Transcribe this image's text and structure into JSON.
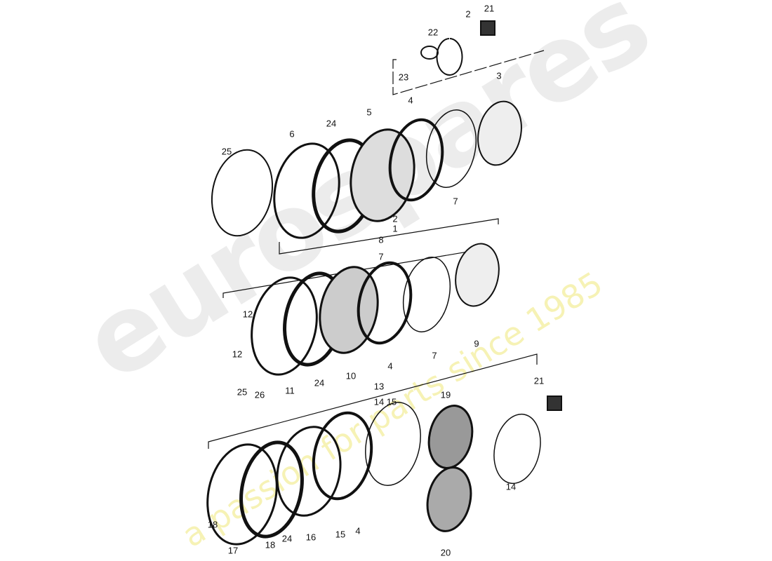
{
  "watermark": {
    "brand": "eurospares",
    "tagline": "a passion for parts since 1985"
  },
  "callouts": [
    "22",
    "2",
    "21",
    "23",
    "3",
    "4",
    "5",
    "24",
    "6",
    "25",
    "2",
    "1",
    "8",
    "7",
    "7",
    "12",
    "12",
    "9",
    "7",
    "4",
    "10",
    "24",
    "11",
    "25",
    "26",
    "13",
    "14",
    "15",
    "19",
    "21",
    "14",
    "18",
    "17",
    "18",
    "24",
    "16",
    "15",
    "4",
    "20"
  ]
}
